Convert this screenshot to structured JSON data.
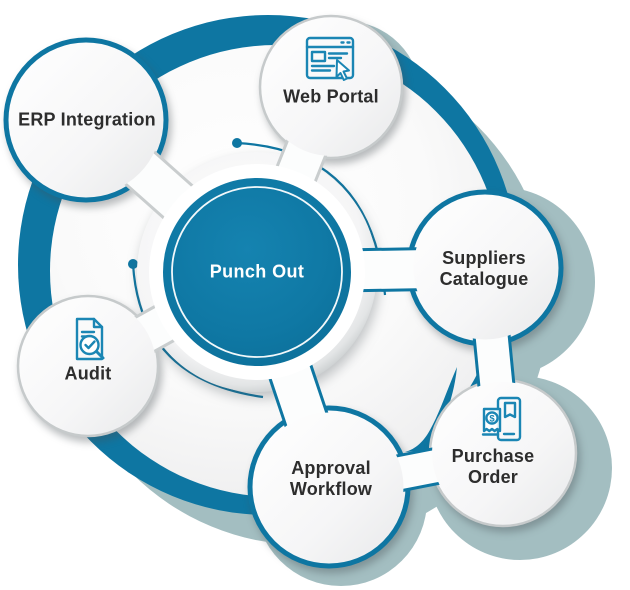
{
  "diagram_title": "Punch Out",
  "center": {
    "label": "Punch Out"
  },
  "nodes": [
    {
      "id": "web-portal",
      "label": "Web Portal",
      "icon": "web-portal-icon"
    },
    {
      "id": "erp-integration",
      "label": "ERP Integration",
      "icon": null
    },
    {
      "id": "suppliers-catalogue",
      "label": "Suppliers Catalogue",
      "icon": null
    },
    {
      "id": "audit",
      "label": "Audit",
      "icon": "audit-icon"
    },
    {
      "id": "purchase-order",
      "label": "Purchase Order",
      "icon": "purchase-order-icon"
    },
    {
      "id": "approval-workflow",
      "label": "Approval Workflow",
      "icon": null
    }
  ],
  "icons": {
    "dollar_glyph": "$"
  },
  "colors": {
    "primary_teal": "#0e76a2",
    "icon_teal": "#1b86b4",
    "ghost_muted_teal": "#a3bec1",
    "label_text": "#2d2d2d",
    "bubble_fill": "#ffffff",
    "center_text": "#ffffff"
  }
}
